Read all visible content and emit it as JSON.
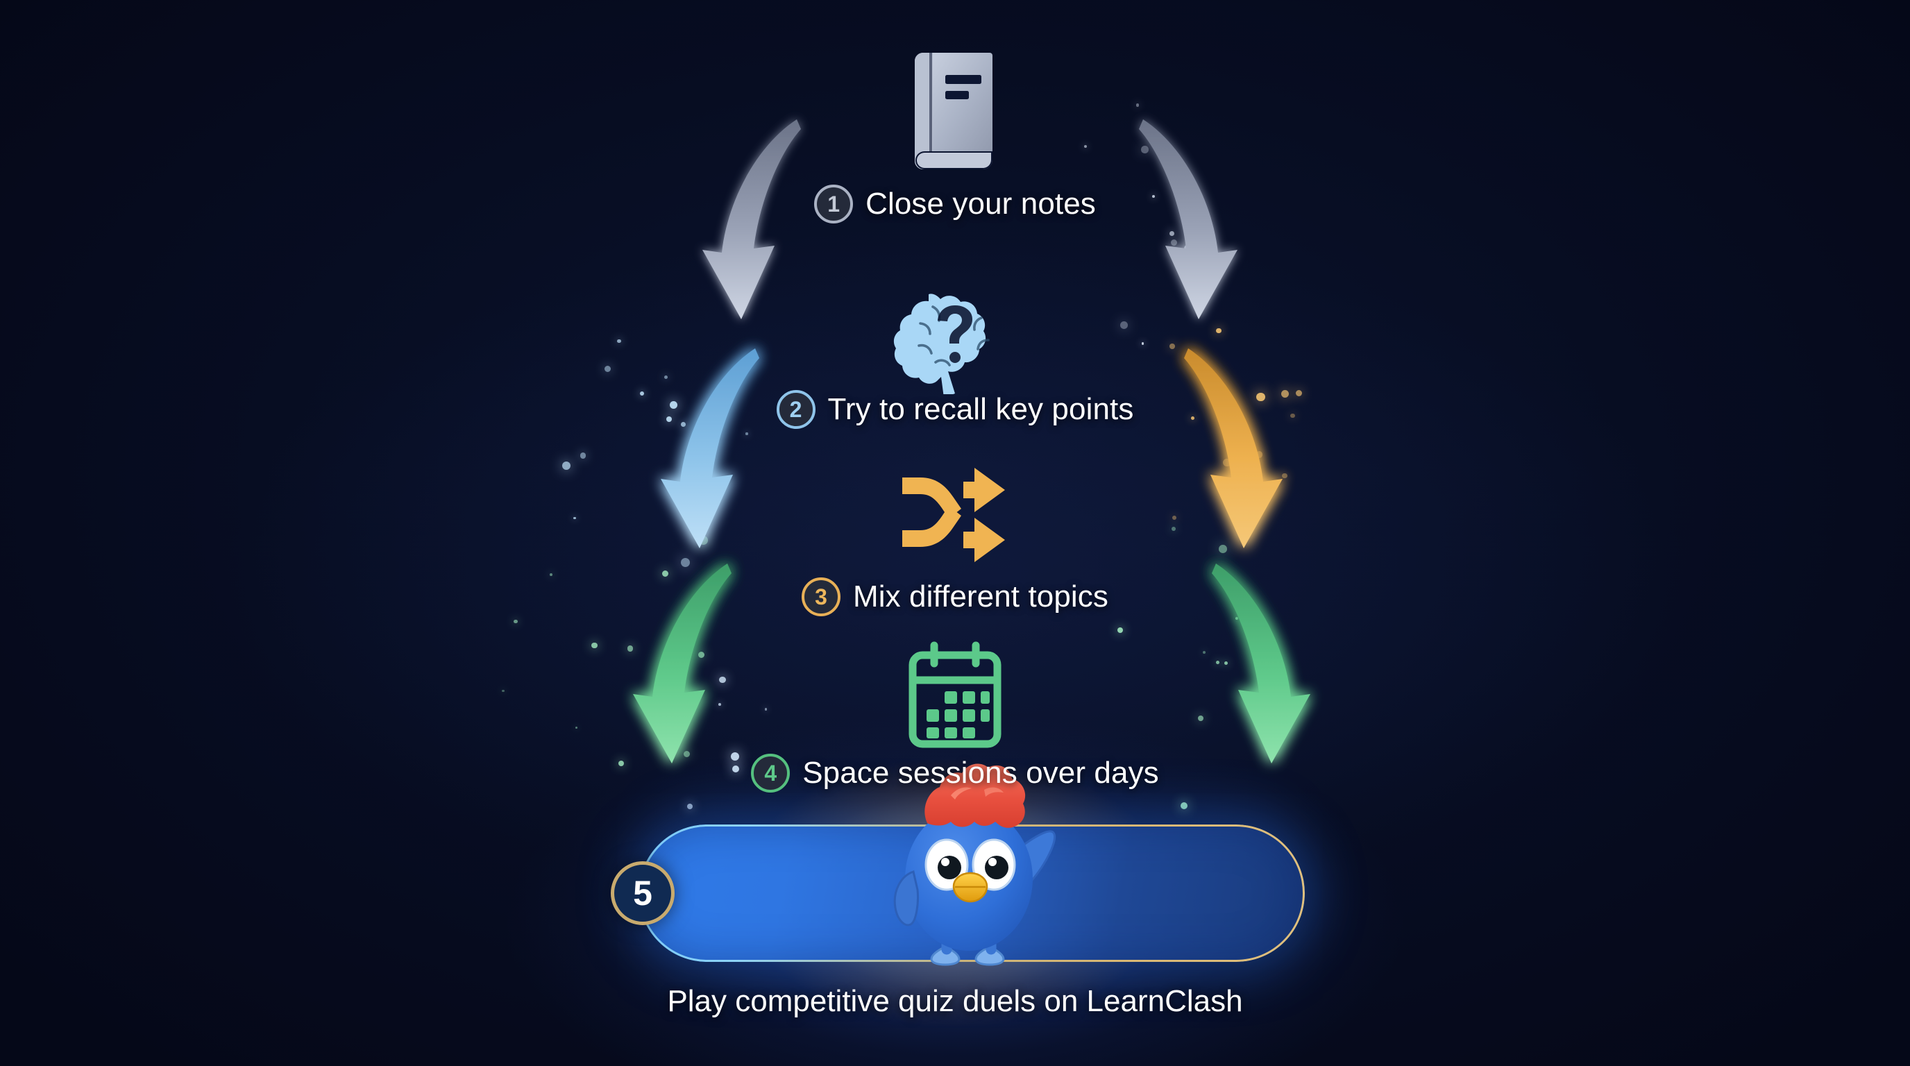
{
  "theme": {
    "background": "#070d22",
    "text_color": "#ffffff",
    "accent_gray": "#aab2c4",
    "accent_blue": "#8fc4ea",
    "accent_orange": "#e8b057",
    "accent_green": "#55c07f",
    "pill_blue": "#2f7ae8",
    "pill_gold": "#d9b874",
    "bird_body": "#2f6fd8",
    "bird_hair": "#e8503f",
    "bird_beak": "#f0b318"
  },
  "steps": [
    {
      "number": "1",
      "label": "Close your notes",
      "icon": "closed-book-icon",
      "icon_color": "#b8c0d0",
      "arrow_color": "#c3cadb"
    },
    {
      "number": "2",
      "label": "Try to recall key points",
      "icon": "brain-question-icon",
      "icon_color": "#a8d6f5",
      "arrow_color": "#9fd0f2"
    },
    {
      "number": "3",
      "label": "Mix different topics",
      "icon": "shuffle-arrows-icon",
      "icon_color": "#f0b452",
      "arrow_color": "#e8b057"
    },
    {
      "number": "4",
      "label": "Space sessions over days",
      "icon": "calendar-icon",
      "icon_color": "#5cc98a",
      "arrow_color": "#55c07f"
    }
  ],
  "final_step": {
    "number": "5",
    "caption": "Play competitive quiz duels on LearnClash",
    "mascot": "blue-bird-mascot",
    "brand": "LearnClash"
  }
}
